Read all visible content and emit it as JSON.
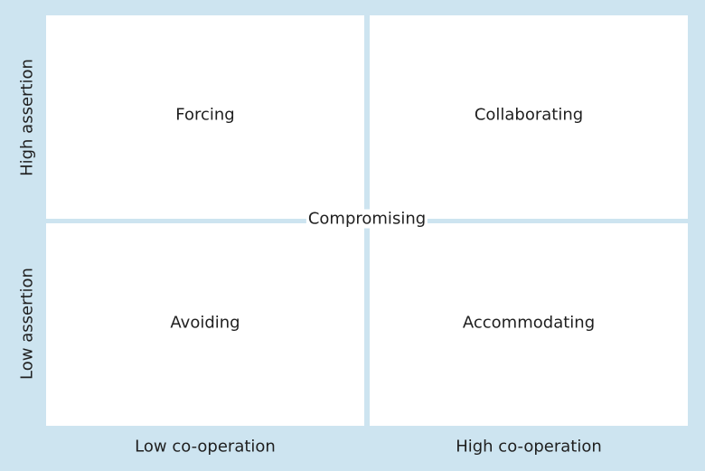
{
  "quadrants": {
    "top_left": "Forcing",
    "top_right": "Collaborating",
    "bottom_left": "Avoiding",
    "bottom_right": "Accommodating"
  },
  "center": "Compromising",
  "y_axis": {
    "high": "High assertion",
    "low": "Low assertion"
  },
  "x_axis": {
    "low": "Low co-operation",
    "high": "High co-operation"
  },
  "colors": {
    "background": "#cde4f0",
    "quadrant_fill": "#ffffff",
    "text": "#1f1f1f"
  }
}
